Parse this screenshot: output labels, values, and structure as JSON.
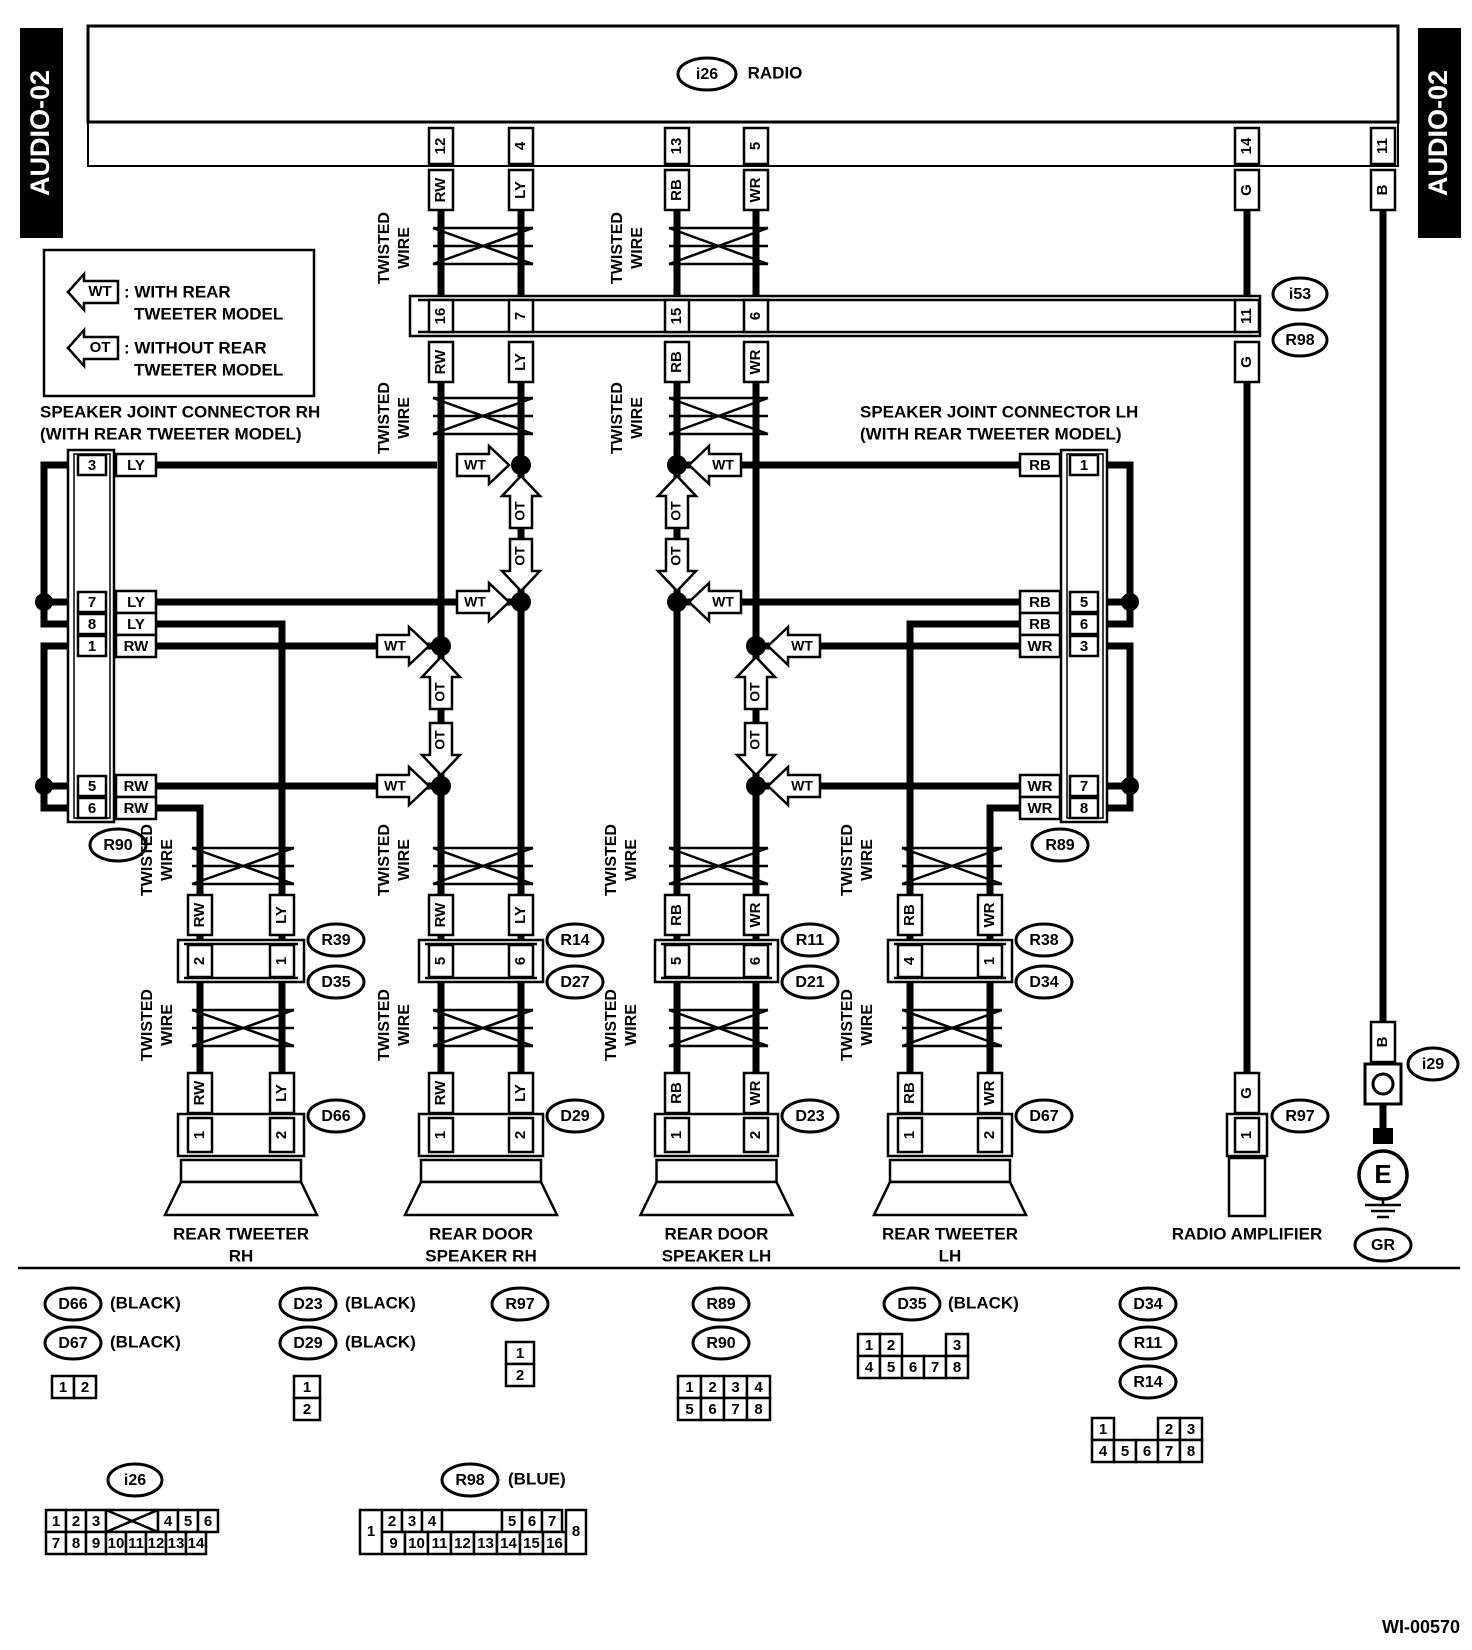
{
  "page": {
    "side_tab_label": "AUDIO-02",
    "footer_code": "WI-00570"
  },
  "radio": {
    "connector": "i26",
    "label": "RADIO"
  },
  "radio_pins": [
    {
      "pin": "12",
      "color": "RW"
    },
    {
      "pin": "4",
      "color": "LY"
    },
    {
      "pin": "13",
      "color": "RB"
    },
    {
      "pin": "5",
      "color": "WR"
    },
    {
      "pin": "14",
      "color": "G"
    },
    {
      "pin": "11",
      "color": "B"
    }
  ],
  "legend": {
    "wt_tag": "WT",
    "wt_text_line1": ": WITH REAR",
    "wt_text_line2": "TWEETER MODEL",
    "ot_tag": "OT",
    "ot_text_line1": ": WITHOUT REAR",
    "ot_text_line2": "TWEETER MODEL"
  },
  "twisted_wire_label": {
    "line1": "TWISTED",
    "line2": "WIRE"
  },
  "joint": {
    "connectors": [
      "i53",
      "R98"
    ],
    "pins": [
      {
        "pin": "16",
        "color": "RW"
      },
      {
        "pin": "7",
        "color": "LY"
      },
      {
        "pin": "15",
        "color": "RB"
      },
      {
        "pin": "6",
        "color": "WR"
      },
      {
        "pin": "11",
        "color": "G"
      }
    ]
  },
  "sjc_rh": {
    "title_line1": "SPEAKER JOINT CONNECTOR RH",
    "title_line2": "(WITH REAR TWEETER MODEL)",
    "connector": "R90",
    "rows": [
      {
        "pin": "3",
        "color": "LY"
      },
      {
        "pin": "7",
        "color": "LY"
      },
      {
        "pin": "8",
        "color": "LY"
      },
      {
        "pin": "1",
        "color": "RW"
      },
      {
        "pin": "5",
        "color": "RW"
      },
      {
        "pin": "6",
        "color": "RW"
      }
    ]
  },
  "sjc_lh": {
    "title_line1": "SPEAKER JOINT CONNECTOR LH",
    "title_line2": "(WITH REAR TWEETER MODEL)",
    "connector": "R89",
    "rows": [
      {
        "pin": "1",
        "color": "RB"
      },
      {
        "pin": "5",
        "color": "RB"
      },
      {
        "pin": "6",
        "color": "RB"
      },
      {
        "pin": "3",
        "color": "WR"
      },
      {
        "pin": "7",
        "color": "WR"
      },
      {
        "pin": "8",
        "color": "WR"
      }
    ]
  },
  "speakers": [
    {
      "upper_conn": "R39",
      "lower_conn": "D35",
      "speaker_conn": "D66",
      "upper_colors": [
        "RW",
        "LY"
      ],
      "pins": [
        "2",
        "1"
      ],
      "lower_colors": [
        "RW",
        "LY"
      ],
      "spk_pins": [
        "1",
        "2"
      ],
      "name_line1": "REAR TWEETER",
      "name_line2": "RH"
    },
    {
      "upper_conn": "R14",
      "lower_conn": "D27",
      "speaker_conn": "D29",
      "upper_colors": [
        "RW",
        "LY"
      ],
      "pins": [
        "5",
        "6"
      ],
      "lower_colors": [
        "RW",
        "LY"
      ],
      "spk_pins": [
        "1",
        "2"
      ],
      "name_line1": "REAR DOOR",
      "name_line2": "SPEAKER RH"
    },
    {
      "upper_conn": "R11",
      "lower_conn": "D21",
      "speaker_conn": "D23",
      "upper_colors": [
        "RB",
        "WR"
      ],
      "pins": [
        "5",
        "6"
      ],
      "lower_colors": [
        "RB",
        "WR"
      ],
      "spk_pins": [
        "1",
        "2"
      ],
      "name_line1": "REAR DOOR",
      "name_line2": "SPEAKER LH"
    },
    {
      "upper_conn": "R38",
      "lower_conn": "D34",
      "speaker_conn": "D67",
      "upper_colors": [
        "RB",
        "WR"
      ],
      "pins": [
        "4",
        "1"
      ],
      "lower_colors": [
        "RB",
        "WR"
      ],
      "spk_pins": [
        "1",
        "2"
      ],
      "name_line1": "REAR TWEETER",
      "name_line2": "LH"
    }
  ],
  "amplifier": {
    "connector": "R97",
    "color": "G",
    "pin": "1",
    "name": "RADIO AMPLIFIER"
  },
  "ground": {
    "connector": "i29",
    "color": "B",
    "symbol": "E",
    "ground_tag": "GR"
  },
  "connector_views": {
    "d66_d67": {
      "labels": [
        "D66",
        "D67"
      ],
      "color_note": "(BLACK)",
      "cells": [
        "1",
        "2"
      ]
    },
    "d23_d29": {
      "labels": [
        "D23",
        "D29"
      ],
      "color_note": "(BLACK)",
      "cells": [
        "1",
        "2"
      ]
    },
    "r97": {
      "label": "R97",
      "cells": [
        "1",
        "2"
      ]
    },
    "r89_r90": {
      "labels": [
        "R89",
        "R90"
      ],
      "top_row": [
        "1",
        "2",
        "3",
        "4"
      ],
      "bottom_row": [
        "5",
        "6",
        "7",
        "8"
      ]
    },
    "d35": {
      "label": "D35",
      "color_note": "(BLACK)",
      "top_row": [
        "1",
        "2",
        "3"
      ],
      "bottom_row": [
        "4",
        "5",
        "6",
        "7",
        "8"
      ]
    },
    "d34_r11_r14": {
      "labels": [
        "D34",
        "R11",
        "R14"
      ],
      "top_row": [
        "1",
        "2",
        "3"
      ],
      "bottom_row": [
        "4",
        "5",
        "6",
        "7",
        "8"
      ]
    },
    "i26": {
      "label": "i26",
      "top_row": [
        "1",
        "2",
        "3",
        "4",
        "5",
        "6"
      ],
      "bottom_row": [
        "7",
        "8",
        "9",
        "10",
        "11",
        "12",
        "13",
        "14"
      ]
    },
    "r98": {
      "label": "R98",
      "color_note": "(BLUE)",
      "left": "1",
      "top_row": [
        "2",
        "3",
        "4",
        "5",
        "6",
        "7"
      ],
      "bottom_row": [
        "9",
        "10",
        "11",
        "12",
        "13",
        "14",
        "15",
        "16"
      ],
      "right": "8"
    }
  }
}
